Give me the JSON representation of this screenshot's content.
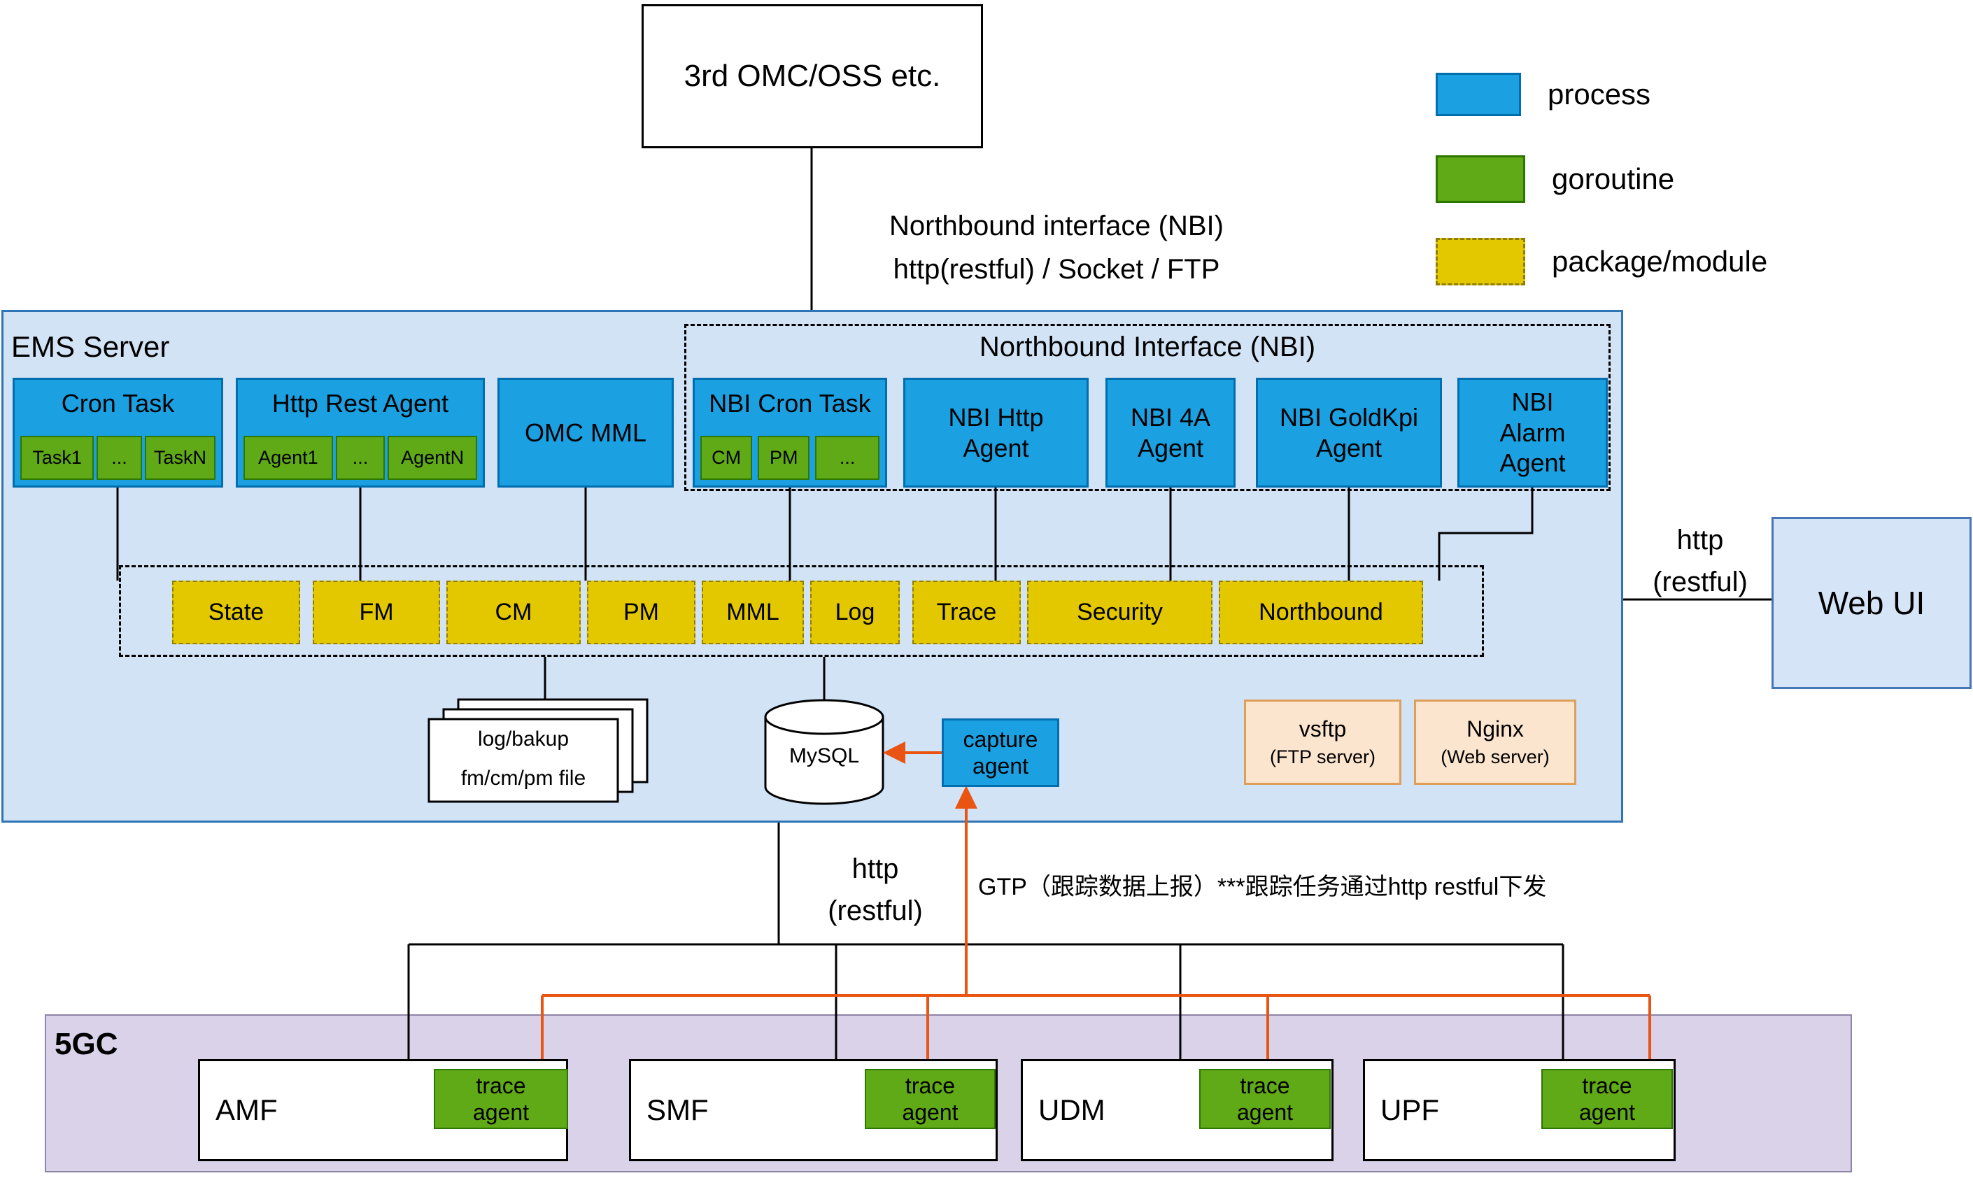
{
  "colors": {
    "process_blue": "#1ba1e2",
    "goroutine_green": "#60a917",
    "package_yellow": "#e3c800",
    "arrow_orange": "#ea5412"
  },
  "top_box": {
    "label": "3rd OMC/OSS etc."
  },
  "legend": {
    "items": [
      {
        "label": "process"
      },
      {
        "label": "goroutine"
      },
      {
        "label": "package/module"
      }
    ]
  },
  "nbi_link": {
    "line1": "Northbound interface (NBI)",
    "line2": "http(restful) / Socket / FTP"
  },
  "ems": {
    "title": "EMS Server",
    "cron_task": {
      "label": "Cron Task",
      "tasks": [
        "Task1",
        "...",
        "TaskN"
      ]
    },
    "http_rest_agent": {
      "label": "Http Rest Agent",
      "agents": [
        "Agent1",
        "...",
        "AgentN"
      ]
    },
    "omc_mml": {
      "label": "OMC MML"
    },
    "nbi": {
      "title": "Northbound Interface (NBI)",
      "cron_task": {
        "label": "NBI Cron Task",
        "items": [
          "CM",
          "PM",
          "..."
        ]
      },
      "agents": [
        {
          "label": "NBI Http Agent"
        },
        {
          "label": "NBI 4A Agent"
        },
        {
          "label": "NBI GoldKpi Agent"
        },
        {
          "label": "NBI Alarm Agent"
        }
      ]
    },
    "modules": [
      "State",
      "FM",
      "CM",
      "PM",
      "MML",
      "Log",
      "Trace",
      "Security",
      "Northbound"
    ],
    "file_store": {
      "line1": "log/bakup",
      "line2": "fm/cm/pm file"
    },
    "database": {
      "label": "MySQL"
    },
    "capture_agent": {
      "label": "capture agent"
    },
    "vsftp": {
      "name": "vsftp",
      "desc": "(FTP server)"
    },
    "nginx": {
      "name": "Nginx",
      "desc": "(Web server)"
    }
  },
  "web_ui": {
    "label": "Web UI"
  },
  "links": {
    "web_http": {
      "line1": "http",
      "line2": "(restful)"
    },
    "south_http": {
      "line1": "http",
      "line2": "(restful)"
    },
    "gtp": "GTP（跟踪数据上报）***跟踪任务通过http restful下发"
  },
  "fivegc": {
    "title": "5GC",
    "nfs": [
      {
        "label": "AMF",
        "agent": "trace agent"
      },
      {
        "label": "SMF",
        "agent": "trace agent"
      },
      {
        "label": "UDM",
        "agent": "trace agent"
      },
      {
        "label": "UPF",
        "agent": "trace agent"
      }
    ]
  }
}
